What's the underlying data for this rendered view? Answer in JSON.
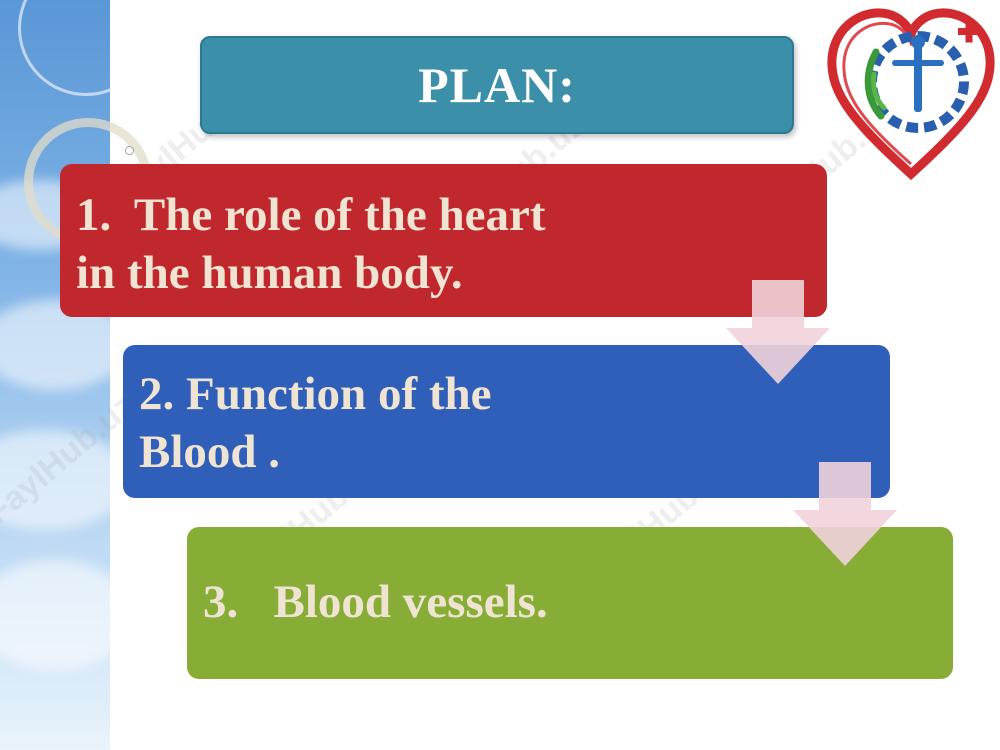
{
  "title": "PLAN:",
  "steps": [
    {
      "line1": "1.  The role of the heart",
      "line2": "in the human body."
    },
    {
      "line1": "2. Function of the",
      "line2": "Blood ."
    },
    {
      "line1": "3.   Blood vessels."
    }
  ],
  "watermark_text": "FaylHub.uz",
  "colors": {
    "title_box": "#3b8fa8",
    "step_1": "#c0282d",
    "step_2": "#2f5fb8",
    "step_3": "#87ad37",
    "step_text": "#efe4d2",
    "arrow": "#f1d3da",
    "sidebar": "#7fb3e6"
  },
  "icons": {
    "logo": "heart-medical-emblem-icon",
    "arrows": "chevron-down-arrow-icon"
  }
}
